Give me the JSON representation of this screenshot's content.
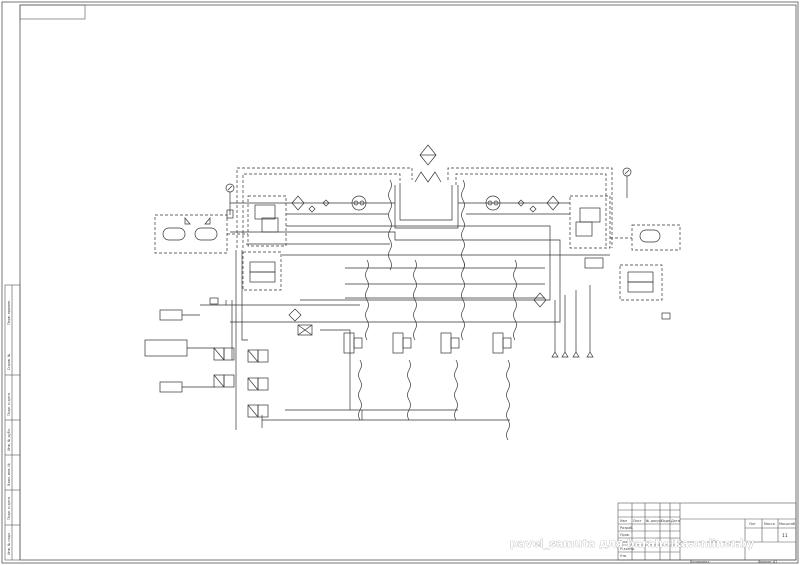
{
  "title_block": {
    "sheet_number": "11",
    "col_labels": [
      "Лит",
      "Масса",
      "Масштаб"
    ],
    "roles": [
      "Изм",
      "Лист",
      "№ докум.",
      "Подп.",
      "Дата",
      "Разраб.",
      "Пров.",
      "Т.контр.",
      "Н.контр.",
      "Утв."
    ],
    "copied_label": "Копировал",
    "format_label": "Формат А1"
  },
  "side_stamp": [
    "Инв. № подл.",
    "Подп. и дата",
    "Взам. инв. №",
    "Инв. № дубл.",
    "Подп. и дата",
    "Справ. №",
    "Перв. примен."
  ],
  "watermark": "pavel_samuta для baraholka.onliner.by",
  "colors": {
    "line": "#333333",
    "background": "#ffffff"
  }
}
